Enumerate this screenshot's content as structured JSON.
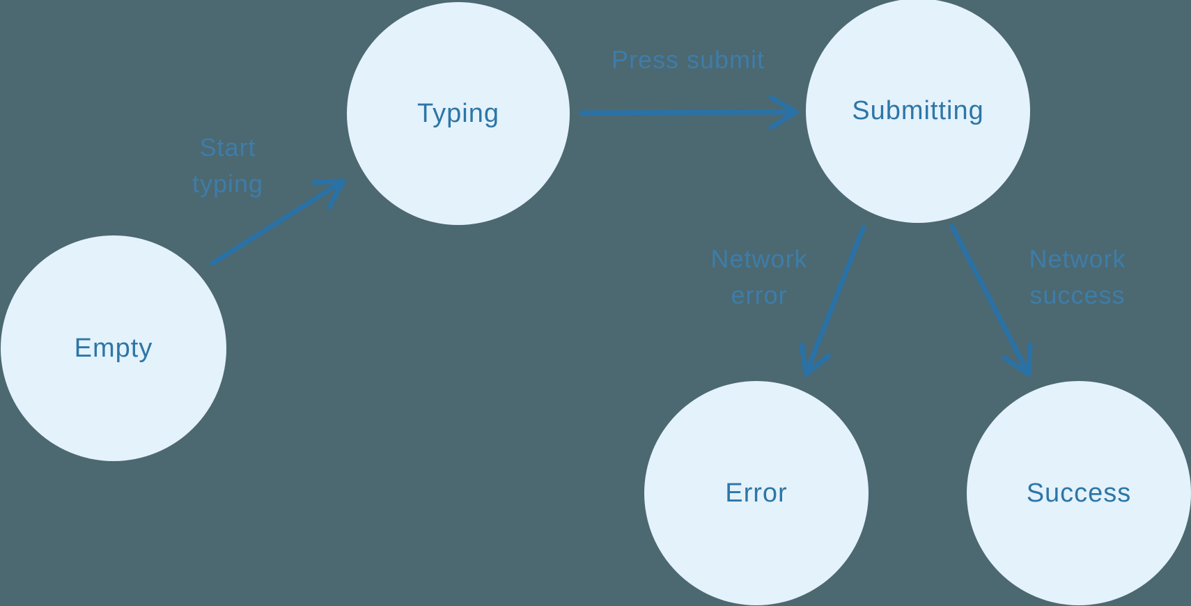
{
  "diagram": {
    "kind": "state-machine",
    "background_color": "#4c6871",
    "node_fill_color": "#e4f2fc",
    "node_label_color": "#2d76a6",
    "arrow_color": "#2a72a6",
    "edge_label_color": "#3d7da9",
    "states": [
      {
        "label": "Empty"
      },
      {
        "label": "Typing"
      },
      {
        "label": "Submitting"
      },
      {
        "label": "Error"
      },
      {
        "label": "Success"
      }
    ],
    "transitions": [
      {
        "from": "Empty",
        "to": "Typing",
        "label": "Start typing"
      },
      {
        "from": "Typing",
        "to": "Submitting",
        "label": "Press submit"
      },
      {
        "from": "Submitting",
        "to": "Error",
        "label": "Network error"
      },
      {
        "from": "Submitting",
        "to": "Success",
        "label": "Network success"
      }
    ]
  }
}
